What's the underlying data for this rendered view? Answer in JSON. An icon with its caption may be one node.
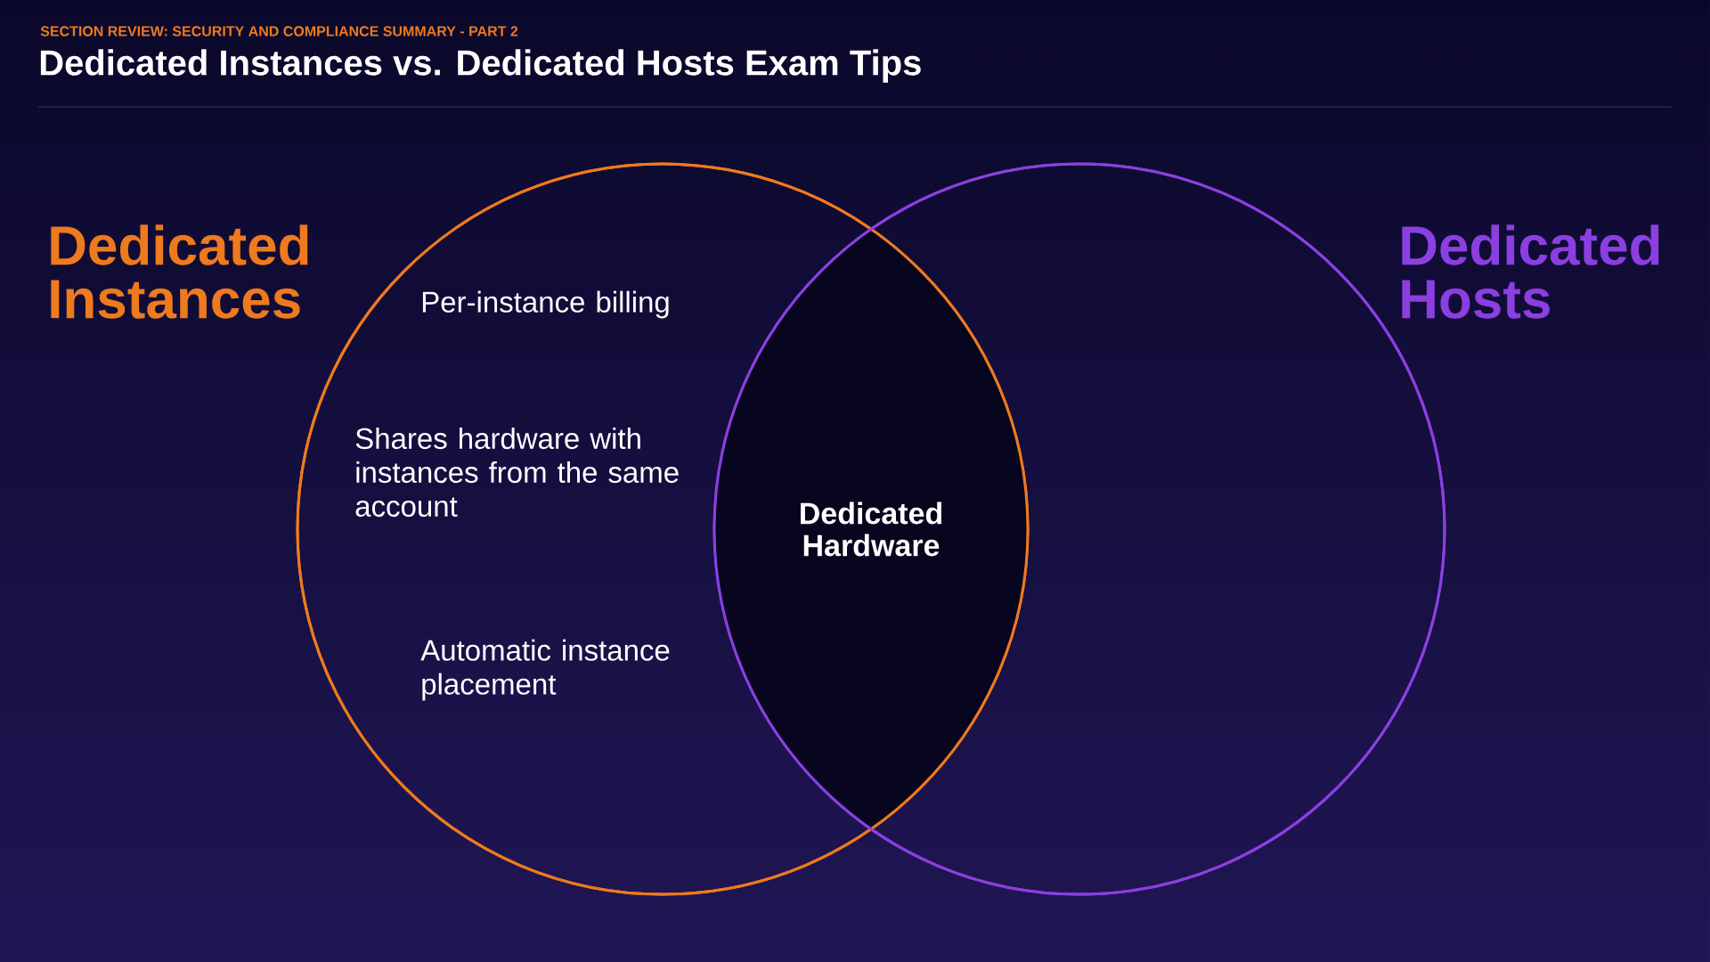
{
  "diagram": {
    "title": "Dedicated Instances vs. Dedicated Hosts Exam Tips",
    "nodes": [
      {
        "text": [
          "Dedicated Instances",
          "Per-instance billing",
          "Shares hardware with instances from the same account",
          "Automatic instance placement"
        ]
      },
      {
        "text": [
          "Dedicated Hosts"
        ]
      },
      {
        "text": [
          "Dedicated Hardware"
        ]
      }
    ],
    "labels": [
      "SECTION REVIEW: SECURITY AND COMPLIANCE SUMMARY - PART 2"
    ]
  }
}
